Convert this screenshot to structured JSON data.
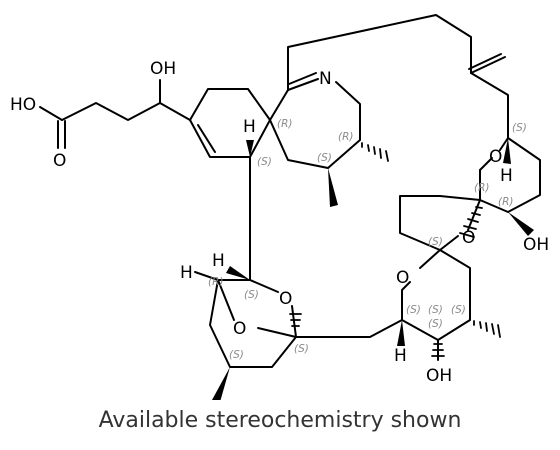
{
  "atom_labels": {
    "oh_top": "OH",
    "ho_acid": "HO",
    "o_carbonyl": "O",
    "imine_n": "N",
    "h_spiro": "H",
    "o_ring_right": "O",
    "h_ring_right": "H",
    "o_spiroketal": "O",
    "oh_right": "OH",
    "h_bicyclic_top": "H",
    "h_bicyclic_left": "H",
    "o_bicyclic_right": "O",
    "o_bicyclic_bridge": "O",
    "o_thp": "O",
    "h_thp": "H",
    "oh_bottom": "OH"
  },
  "stereo_labels": {
    "s1": "(R)",
    "s2": "(S)",
    "s3": "(R)",
    "s4": "(S)",
    "s5": "(S)",
    "s6": "(R)",
    "s7": "(R)",
    "s8": "(S)",
    "s9": "(R)",
    "s10": "(S)",
    "s11": "(S)",
    "s12": "(S)",
    "s13": "(S)",
    "s14": "(S)",
    "s15": "(S)",
    "s16": "(S)"
  },
  "caption": "Available stereochemistry shown"
}
